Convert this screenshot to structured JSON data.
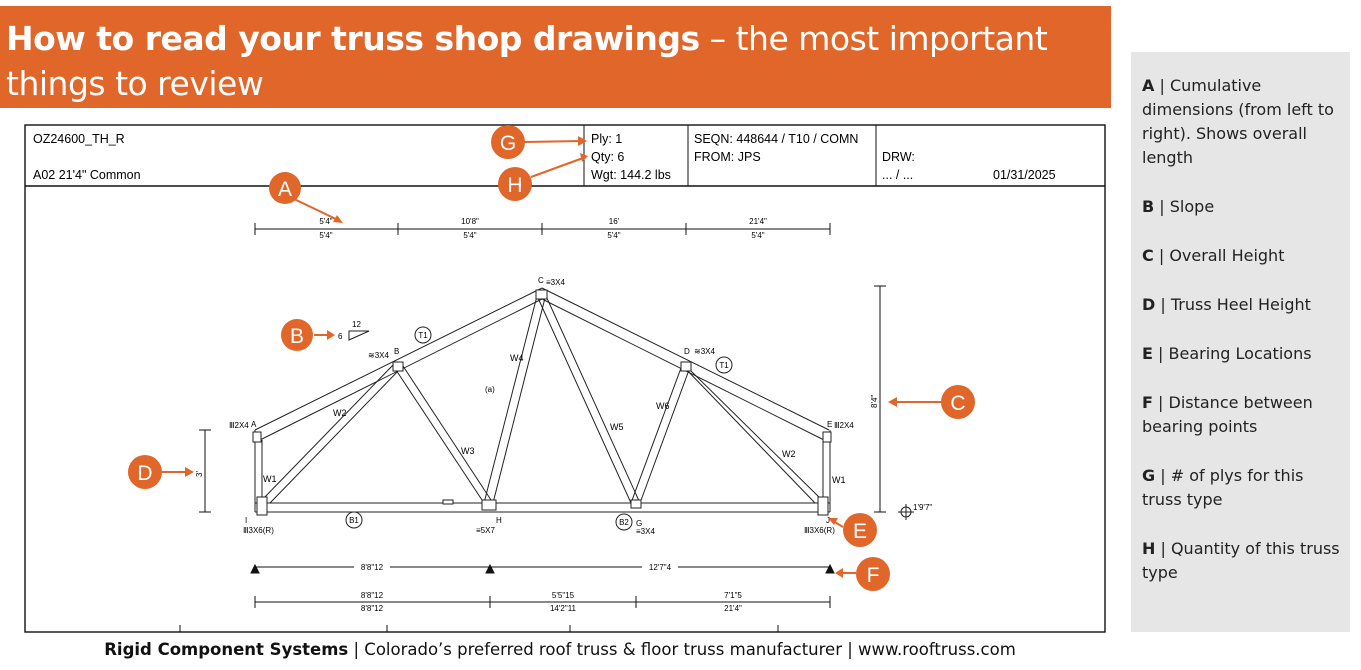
{
  "title": {
    "bold": "How to read your truss shop drawings",
    "rest": " – the most important things to review"
  },
  "legend": [
    {
      "key": "A",
      "text": "Cumulative dimensions (from left to right). Shows overall length"
    },
    {
      "key": "B",
      "text": "Slope"
    },
    {
      "key": "C",
      "text": "Overall Height"
    },
    {
      "key": "D",
      "text": "Truss Heel Height"
    },
    {
      "key": "E",
      "text": "Bearing Locations"
    },
    {
      "key": "F",
      "text": "Distance between bearing points"
    },
    {
      "key": "G",
      "text": "# of plys for this truss type"
    },
    {
      "key": "H",
      "text": "Quantity of this truss type"
    }
  ],
  "footer": {
    "company": "Rigid Component Systems",
    "rest": " | Colorado’s preferred roof truss & floor truss manufacturer | www.rooftruss.com"
  },
  "drawing": {
    "header": {
      "job": "OZ24600_TH_R",
      "truss": "A02 21'4\" Common",
      "ply": "Ply: 1",
      "qty": "Qty: 6",
      "wgt": "Wgt: 144.2 lbs",
      "seqn": "SEQN: 448644 / T10 / COMN",
      "from": "FROM: JPS",
      "drw": "DRW:",
      "drw_blank": "...     /   ...",
      "date": "01/31/2025"
    },
    "top_dims": {
      "cumulative": [
        "5'4\"",
        "10'8\"",
        "16'",
        "21'4\""
      ],
      "segments": [
        "5'4\"",
        "5'4\"",
        "5'4\"",
        "5'4\""
      ]
    },
    "slope": {
      "rise": "6",
      "run": "12"
    },
    "height": "8'4\"",
    "heel": "3'",
    "height_end": "1'9'7\"",
    "bearing_span": [
      "8'8\"12",
      "12'7\"4"
    ],
    "bottom_dims": {
      "segments": [
        "8'8\"12",
        "5'5\"15",
        "7'1\"5"
      ],
      "cumulative": [
        "8'8\"12",
        "14'2\"11",
        "21'4\""
      ]
    },
    "joints": {
      "A": "A",
      "B": "B",
      "C": "C",
      "D": "D",
      "E": "E",
      "H": "H",
      "G": "G",
      "I": "I",
      "J": "J",
      "plate_A": "Ⅲ2X4",
      "plate_B": "≋3X4",
      "plate_C": "≡3X4",
      "plate_D": "≋3X4",
      "plate_E": "Ⅲ2X4",
      "plate_I": "Ⅲ3X6(R)",
      "plate_H": "≡5X7",
      "plate_G": "≡3X4",
      "plate_J": "Ⅲ3X6(R)"
    },
    "members": {
      "T1": "T1",
      "B1": "B1",
      "B2": "B2",
      "W1": "W1",
      "W2": "W2",
      "W3": "W3",
      "W4": "W4",
      "W5": "W5",
      "W6": "W6",
      "a": "(a)"
    }
  },
  "callouts": [
    "A",
    "B",
    "C",
    "D",
    "E",
    "F",
    "G",
    "H"
  ],
  "colors": {
    "accent": "#e0662a",
    "panel": "#e6e6e6"
  }
}
